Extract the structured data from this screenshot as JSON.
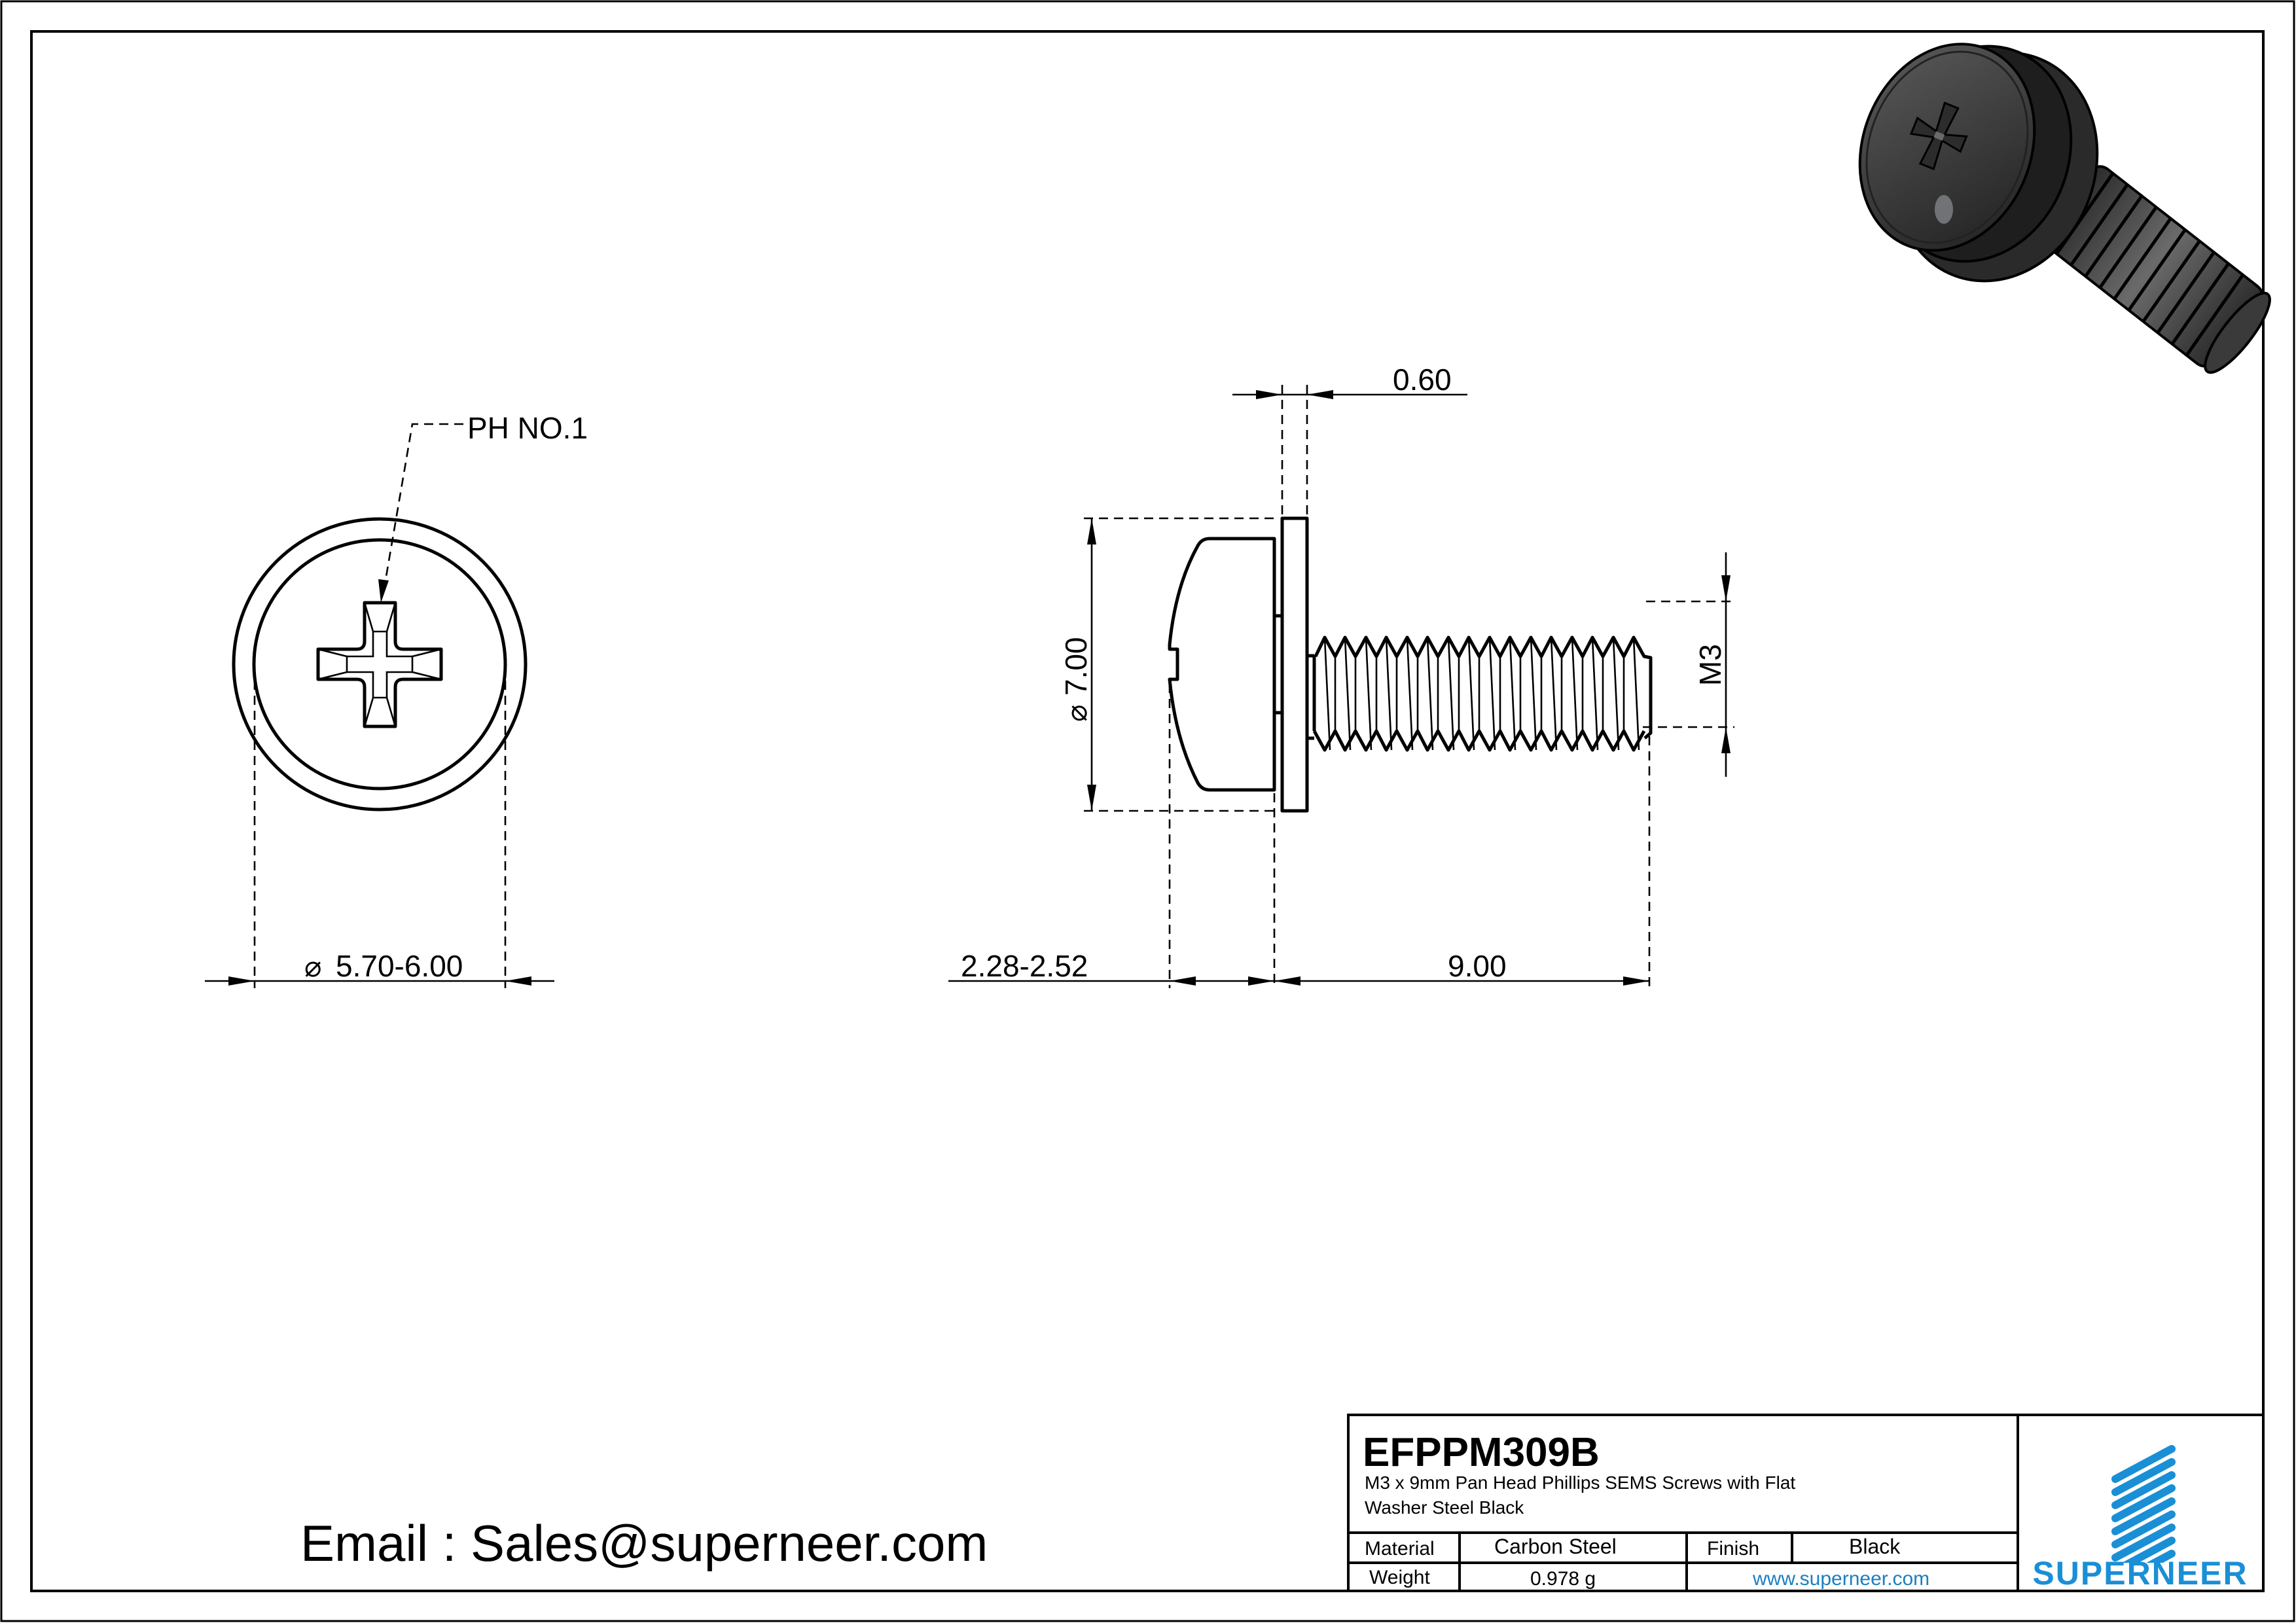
{
  "drawing": {
    "front_view": {
      "callout": "PH NO.1",
      "diameter_label": "5.70-6.00",
      "diameter_symbol": "⌀"
    },
    "side_view": {
      "washer_thickness": "0.60",
      "head_diameter": "7.00",
      "diameter_symbol": "⌀",
      "head_height": "2.28-2.52",
      "length": "9.00",
      "thread": "M3"
    }
  },
  "contact": {
    "email_line": "Email : Sales@superneer.com"
  },
  "title_block": {
    "part_number": "EFPPM309B",
    "description_line1": "M3 x 9mm Pan Head Phillips SEMS Screws with  Flat",
    "description_line2": "Washer Steel Black",
    "rows": [
      {
        "label": "Material",
        "value": "Carbon Steel",
        "label2": "Finish",
        "value2": "Black"
      },
      {
        "label": "Weight",
        "value": "0.978 g",
        "link": "www.superneer.com"
      }
    ],
    "brand": "SUPERNEER",
    "brand_color": "#1a8fd6"
  }
}
